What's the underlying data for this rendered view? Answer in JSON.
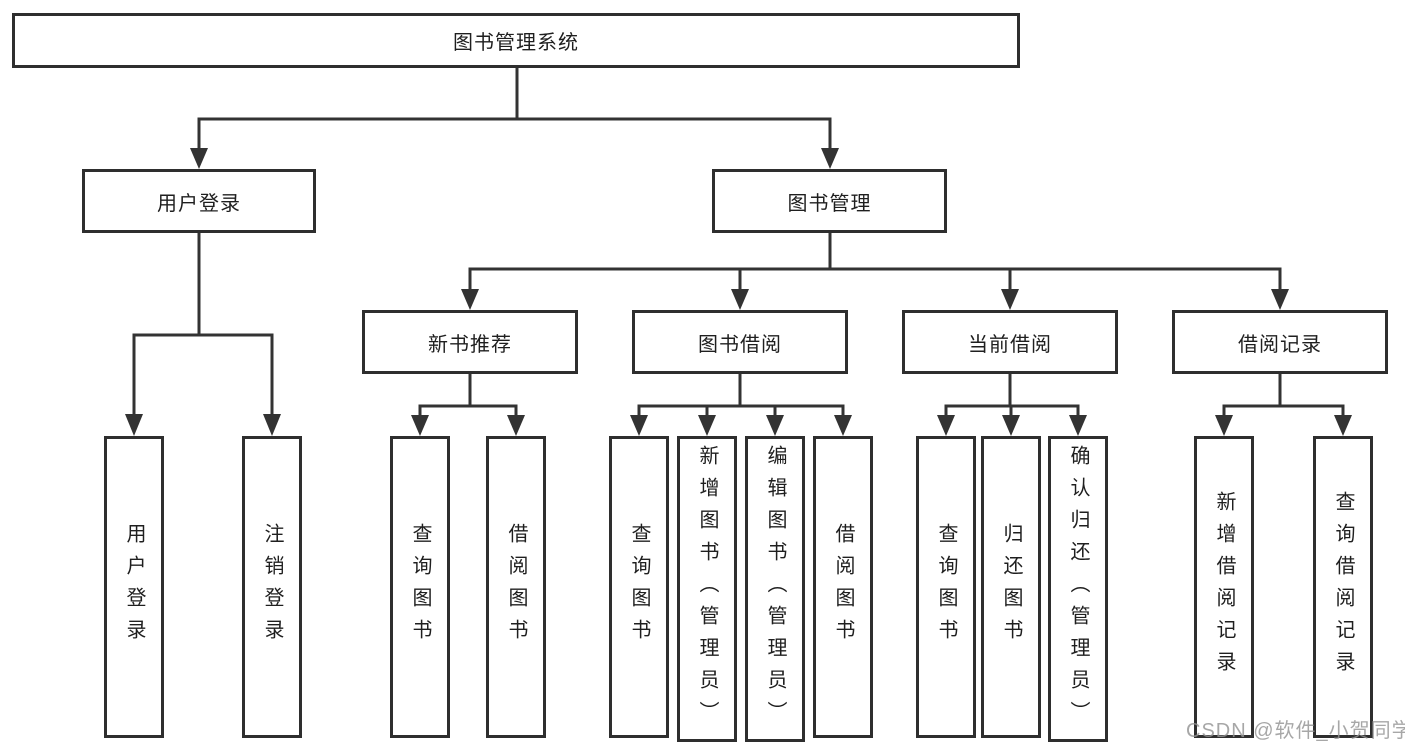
{
  "root": {
    "label": "图书管理系统"
  },
  "branches": [
    {
      "label": "用户登录",
      "leaves": [
        "用户登录",
        "注销登录"
      ]
    },
    {
      "label": "图书管理"
    }
  ],
  "sections": [
    {
      "label": "新书推荐",
      "leaves": [
        "查询图书",
        "借阅图书"
      ]
    },
    {
      "label": "图书借阅",
      "leaves": [
        "查询图书",
        "新增图书（管理员）",
        "编辑图书（管理员）",
        "借阅图书"
      ]
    },
    {
      "label": "当前借阅",
      "leaves": [
        "查询图书",
        "归还图书",
        "确认归还（管理员）"
      ]
    },
    {
      "label": "借阅记录",
      "leaves": [
        "新增借阅记录",
        "查询借阅记录"
      ]
    }
  ],
  "watermark": "CSDN @软件_小贺同学",
  "colors": {
    "line": "#333333",
    "box_border": "#2e2e2e",
    "text": "#1f1f1f",
    "background": "#ffffff",
    "watermark": "#949494"
  }
}
